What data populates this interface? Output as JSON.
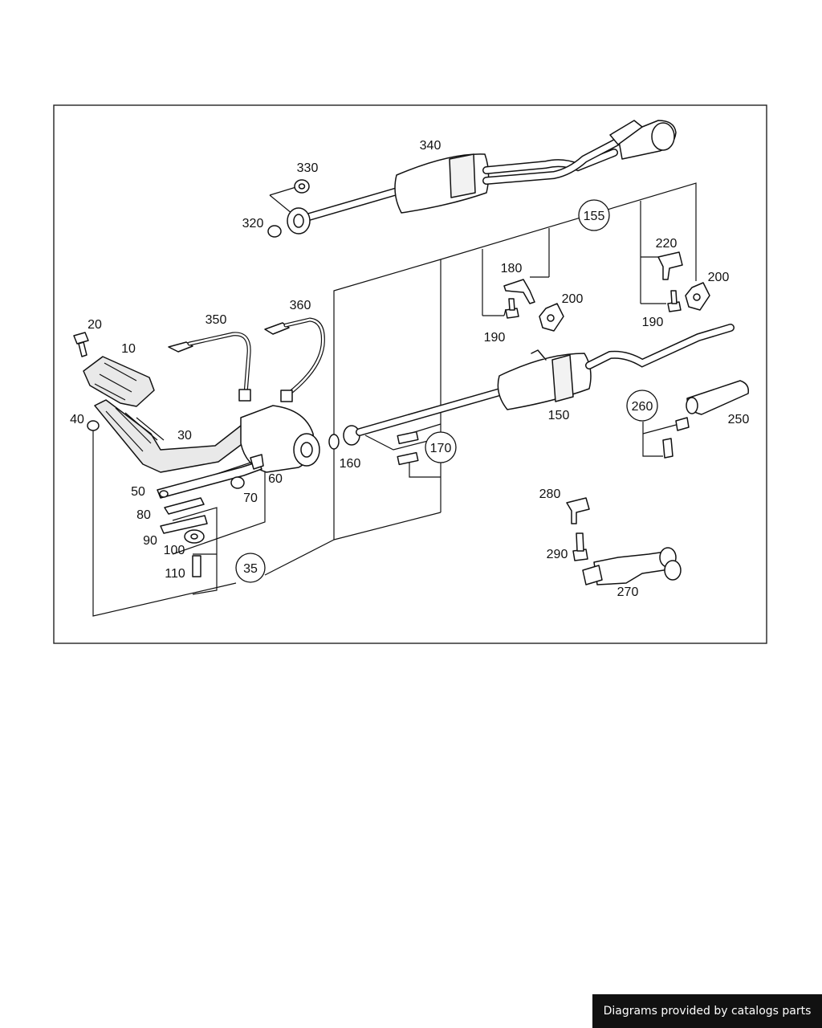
{
  "diagram": {
    "callouts": {
      "p10": "10",
      "p20": "20",
      "p30": "30",
      "p40": "40",
      "p50": "50",
      "p60": "60",
      "p70": "70",
      "p80": "80",
      "p90": "90",
      "p100": "100",
      "p110": "110",
      "p150": "150",
      "p160": "160",
      "p180": "180",
      "p190a": "190",
      "p190b": "190",
      "p200a": "200",
      "p200b": "200",
      "p220": "220",
      "p250": "250",
      "p270": "270",
      "p280": "280",
      "p290": "290",
      "p320": "320",
      "p330": "330",
      "p340": "340",
      "p350": "350",
      "p360": "360"
    },
    "groups": {
      "g35": "35",
      "g155": "155",
      "g170": "170",
      "g260": "260"
    }
  },
  "footer": {
    "text": "Diagrams provided by catalogs parts"
  }
}
